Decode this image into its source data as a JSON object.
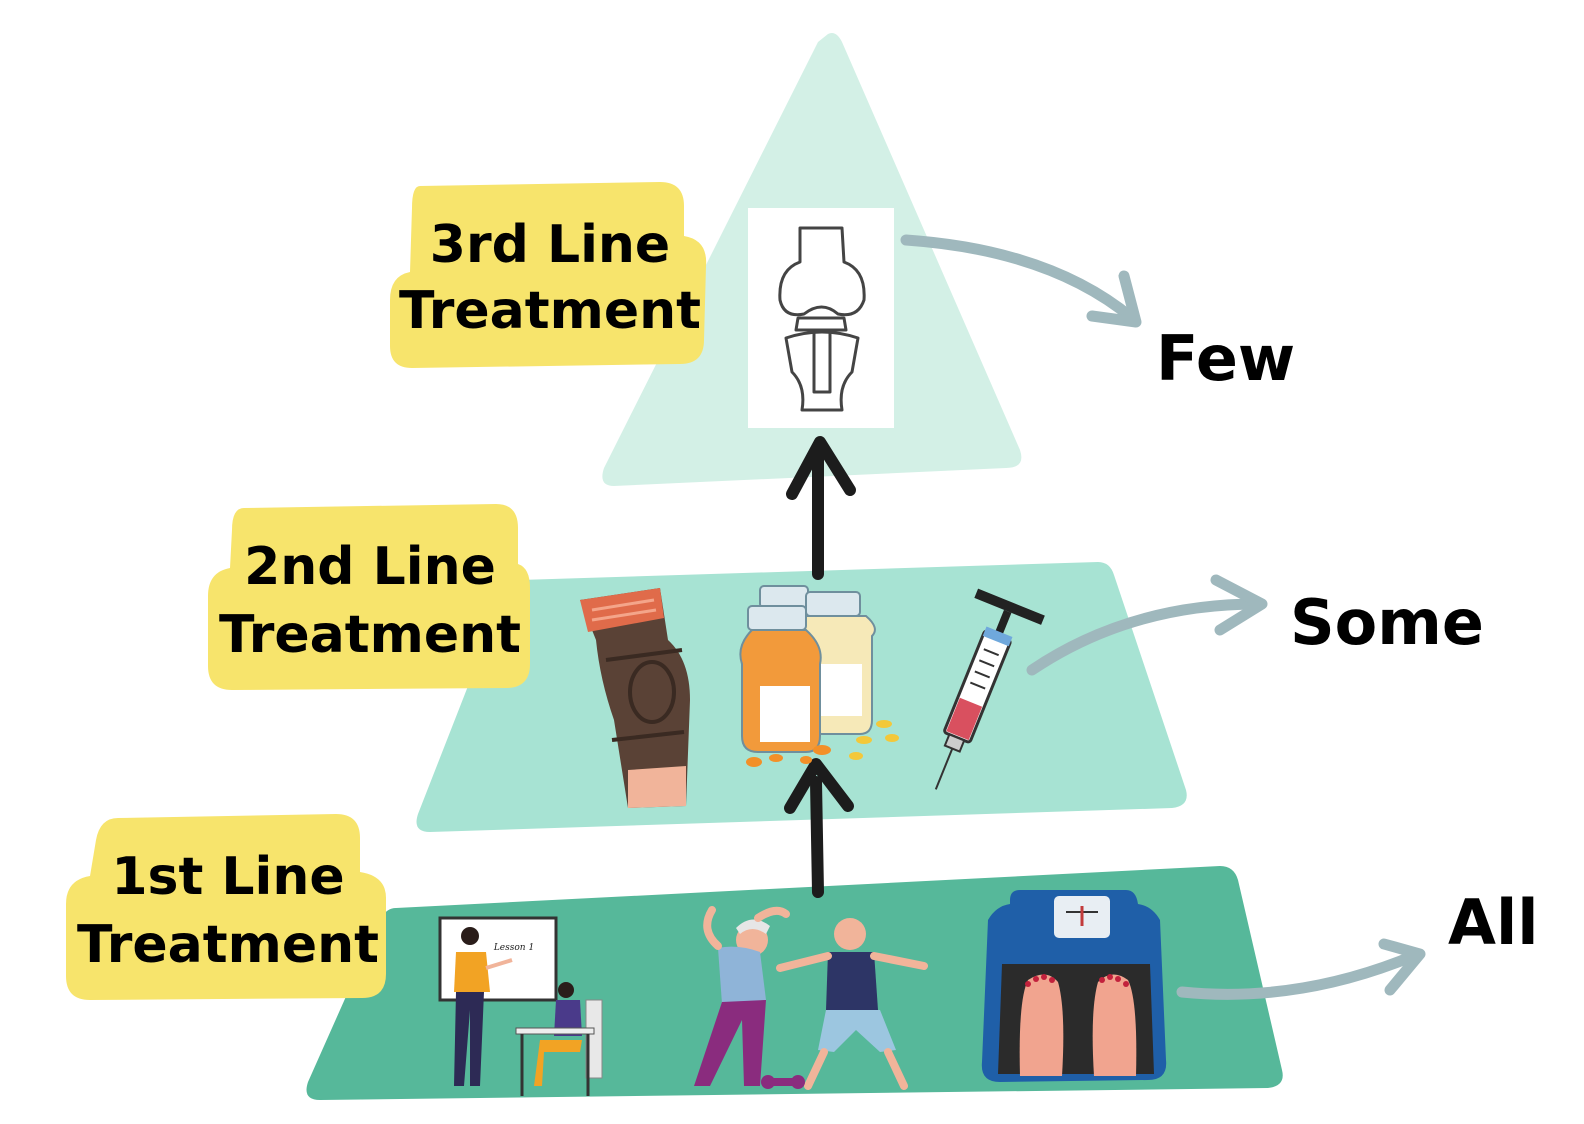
{
  "tiers": [
    {
      "line1": "1st Line",
      "line2": "Treatment",
      "reach": "All"
    },
    {
      "line1": "2nd Line",
      "line2": "Treatment",
      "reach": "Some"
    },
    {
      "line1": "3rd Line",
      "line2": "Treatment",
      "reach": "Few"
    }
  ],
  "lesson_board_text": "Lesson 1",
  "icons": [
    "education-icon",
    "exercise-icon",
    "weight-scale-icon",
    "knee-brace-icon",
    "medication-bottles-icon",
    "syringe-icon",
    "knee-replacement-icon"
  ],
  "colors": {
    "tier1": "#56b89a",
    "tier2": "#a7e3d3",
    "tier3": "#d3f0e6",
    "label_bg": "#f7e46c",
    "reach_arrow": "#9fb8bd",
    "up_arrow": "#1c1c1c"
  }
}
